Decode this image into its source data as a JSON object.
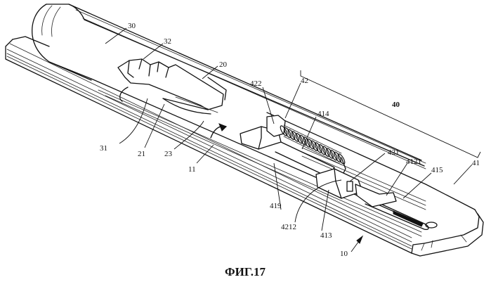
{
  "figure": {
    "caption": "ФИГ.17"
  },
  "labels": {
    "l30": "30",
    "l32": "32",
    "l20": "20",
    "l422": "422",
    "l42": "42",
    "l40": "40",
    "l414": "414",
    "l31": "31",
    "l21": "21",
    "l23": "23",
    "l11": "11",
    "l421": "421",
    "l4121": "4121",
    "l415": "415",
    "l41": "41",
    "l419": "419",
    "l4212": "4212",
    "l413": "413",
    "l10": "10"
  }
}
